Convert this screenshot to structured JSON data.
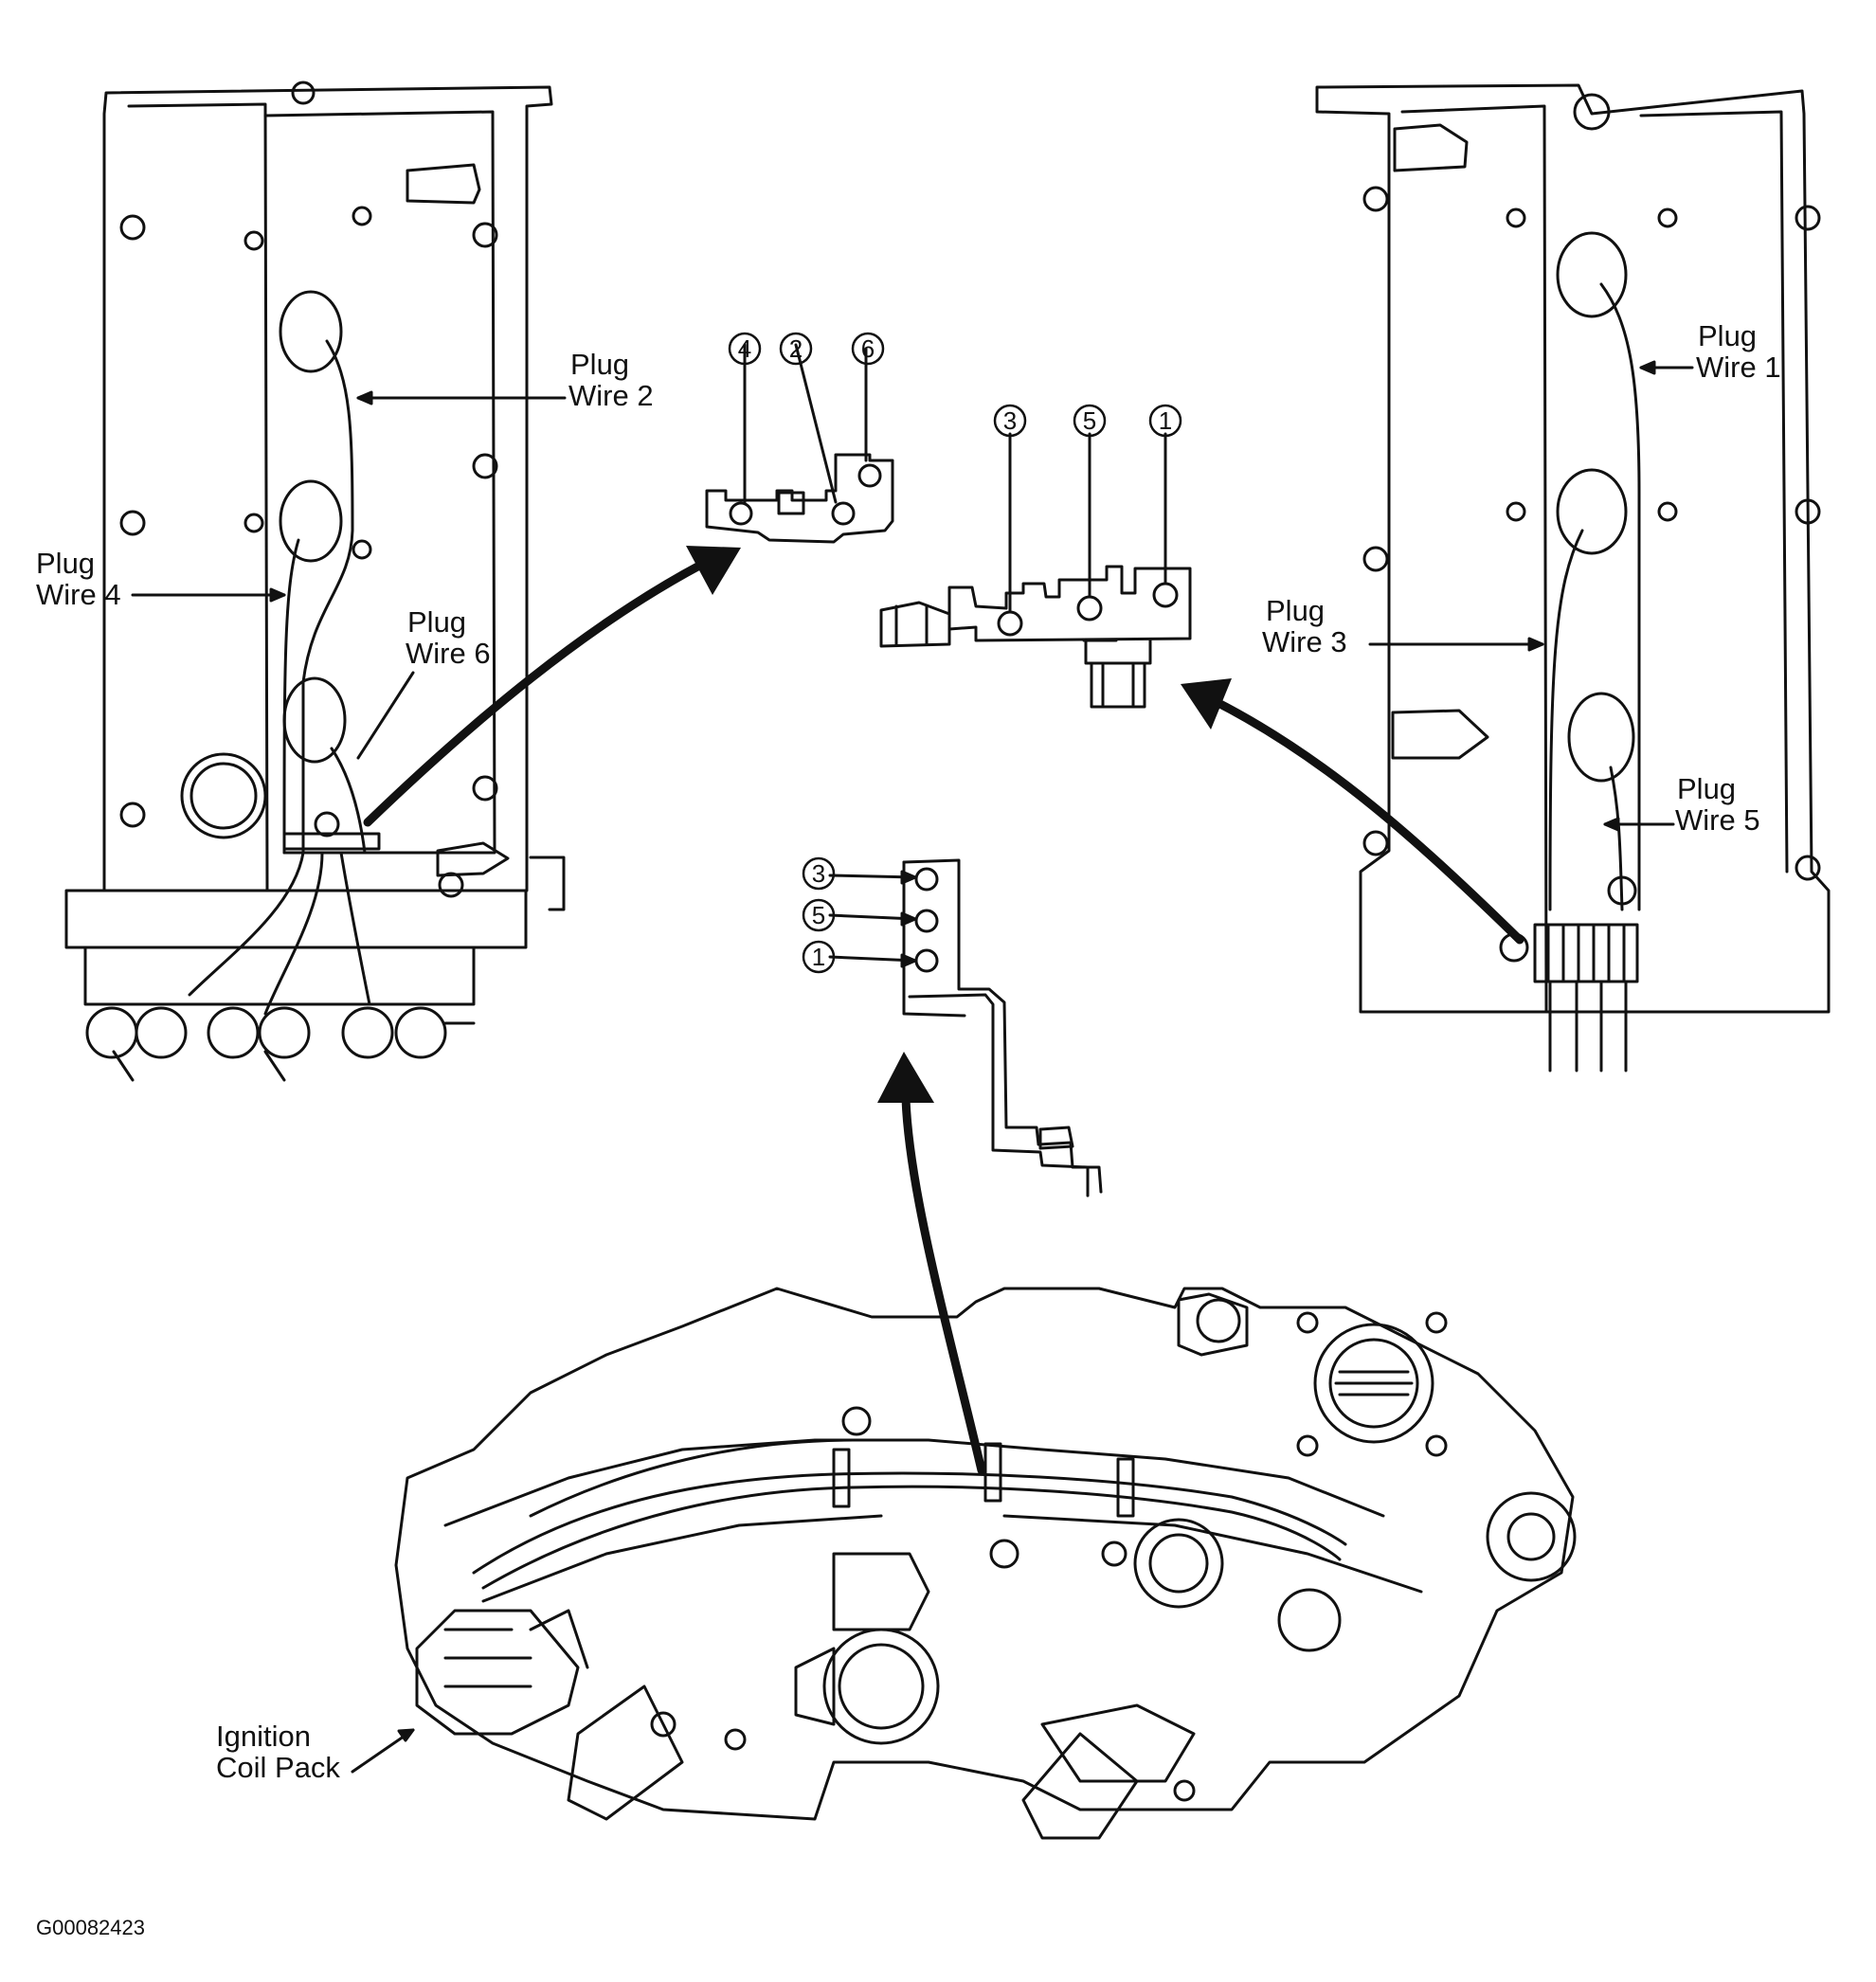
{
  "labels": {
    "plug_wire_2": [
      "Plug",
      "Wire 2"
    ],
    "plug_wire_4": [
      "Plug",
      "Wire 4"
    ],
    "plug_wire_6": [
      "Plug",
      "Wire 6"
    ],
    "plug_wire_1": [
      "Plug",
      "Wire 1"
    ],
    "plug_wire_3": [
      "Plug",
      "Wire 3"
    ],
    "plug_wire_5": [
      "Plug",
      "Wire 5"
    ],
    "ignition_coil_pack": [
      "Ignition",
      "Coil Pack"
    ]
  },
  "brackets": {
    "rear_bank_order": [
      "4",
      "2",
      "6"
    ],
    "front_bank_order": [
      "3",
      "5",
      "1"
    ],
    "center_bracket_order": [
      "3",
      "5",
      "1"
    ]
  },
  "figure_code": "G00082423"
}
